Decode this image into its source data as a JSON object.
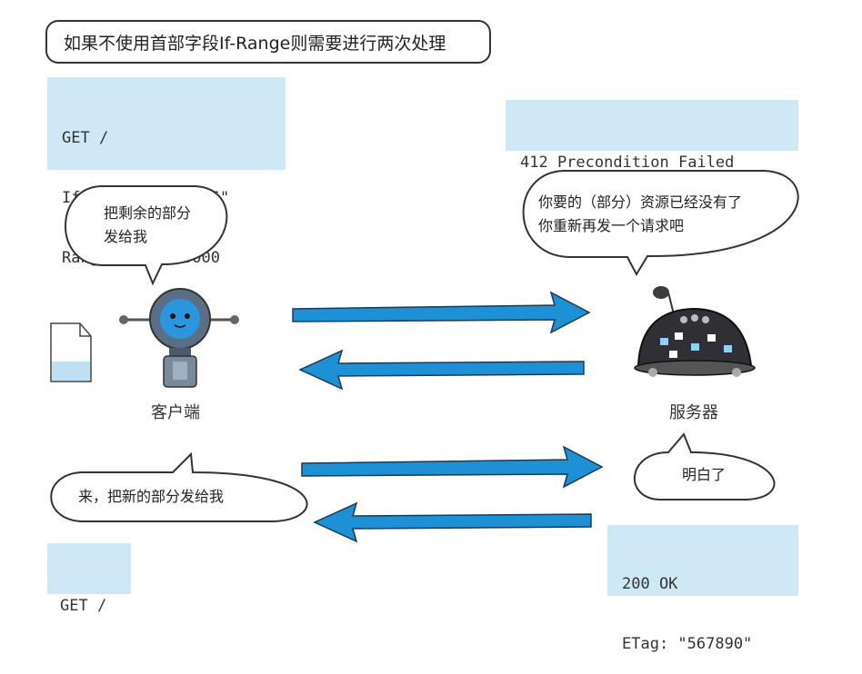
{
  "title": "如果不使用首部字段If-Range则需要进行两次处理",
  "request1": [
    "GET /",
    "If-Match: \"123456\"",
    "Range: 5001-10000"
  ],
  "response1": [
    "412 Precondition Failed"
  ],
  "client_bubble": [
    "把剩余的部分",
    "发给我"
  ],
  "server_bubble": [
    "你要的（部分）资源已经没有了",
    "你重新再发一个请求吧"
  ],
  "client_label": "客户端",
  "server_label": "服务器",
  "server_bubble2": "明白了",
  "client_bubble2": "来，把新的部分发给我",
  "request2": [
    "GET /"
  ],
  "response2": [
    "200 OK",
    "ETag: \"567890\""
  ],
  "colors": {
    "arrow": "#1e90d6",
    "box": "#cfe8f5",
    "robot": "#5a6f85",
    "server_body": "#2f2f35"
  }
}
